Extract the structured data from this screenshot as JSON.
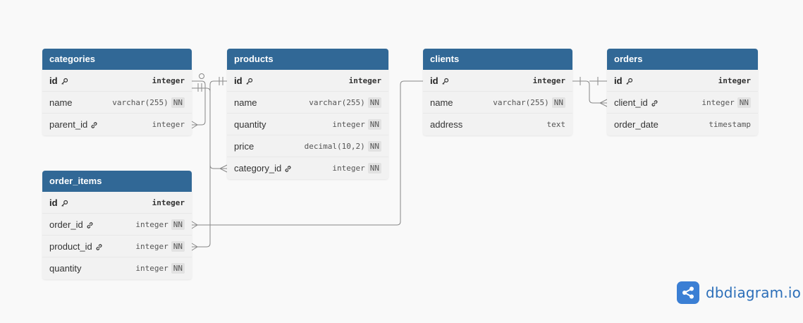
{
  "brand": {
    "name": "dbdiagram.io"
  },
  "colors": {
    "header": "#316896",
    "edge": "#888888",
    "logo": "#3b7fd4"
  },
  "tables": {
    "categories": {
      "title": "categories",
      "fields": [
        {
          "name": "id",
          "type": "integer",
          "nn": "",
          "icon": "key-icon"
        },
        {
          "name": "name",
          "type": "varchar(255)",
          "nn": "NN",
          "icon": ""
        },
        {
          "name": "parent_id",
          "type": "integer",
          "nn": "",
          "icon": "link-icon"
        }
      ]
    },
    "products": {
      "title": "products",
      "fields": [
        {
          "name": "id",
          "type": "integer",
          "nn": "",
          "icon": "key-icon"
        },
        {
          "name": "name",
          "type": "varchar(255)",
          "nn": "NN",
          "icon": ""
        },
        {
          "name": "quantity",
          "type": "integer",
          "nn": "NN",
          "icon": ""
        },
        {
          "name": "price",
          "type": "decimal(10,2)",
          "nn": "NN",
          "icon": ""
        },
        {
          "name": "category_id",
          "type": "integer",
          "nn": "NN",
          "icon": "link-icon"
        }
      ]
    },
    "clients": {
      "title": "clients",
      "fields": [
        {
          "name": "id",
          "type": "integer",
          "nn": "",
          "icon": "key-icon"
        },
        {
          "name": "name",
          "type": "varchar(255)",
          "nn": "NN",
          "icon": ""
        },
        {
          "name": "address",
          "type": "text",
          "nn": "",
          "icon": ""
        }
      ]
    },
    "orders": {
      "title": "orders",
      "fields": [
        {
          "name": "id",
          "type": "integer",
          "nn": "",
          "icon": "key-icon"
        },
        {
          "name": "client_id",
          "type": "integer",
          "nn": "NN",
          "icon": "link-icon"
        },
        {
          "name": "order_date",
          "type": "timestamp",
          "nn": "",
          "icon": ""
        }
      ]
    },
    "order_items": {
      "title": "order_items",
      "fields": [
        {
          "name": "id",
          "type": "integer",
          "nn": "",
          "icon": "key-icon"
        },
        {
          "name": "order_id",
          "type": "integer",
          "nn": "NN",
          "icon": "link-icon"
        },
        {
          "name": "product_id",
          "type": "integer",
          "nn": "NN",
          "icon": "link-icon"
        },
        {
          "name": "quantity",
          "type": "integer",
          "nn": "NN",
          "icon": ""
        }
      ]
    }
  },
  "relationships": [
    {
      "from": "categories.parent_id",
      "to": "categories.id",
      "cardinality": "many-to-one"
    },
    {
      "from": "products.category_id",
      "to": "categories.id",
      "cardinality": "many-to-one"
    },
    {
      "from": "order_items.product_id",
      "to": "products.id",
      "cardinality": "many-to-one"
    },
    {
      "from": "order_items.order_id",
      "to": "clients.id",
      "cardinality": "many-to-one"
    },
    {
      "from": "orders.client_id",
      "to": "clients.id",
      "cardinality": "many-to-one"
    }
  ]
}
